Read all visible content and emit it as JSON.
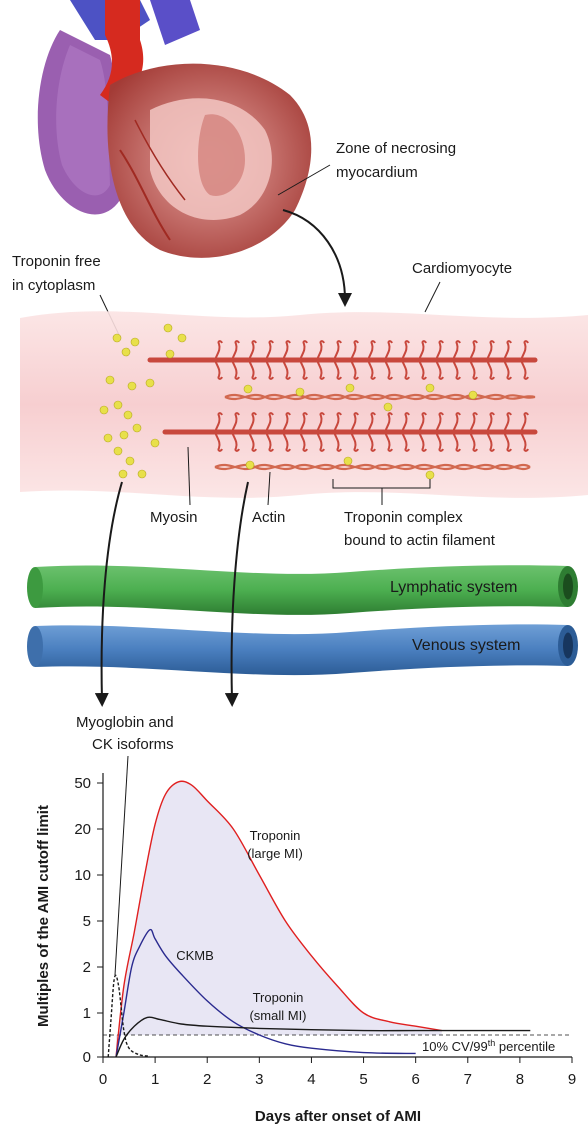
{
  "labels": {
    "zone": [
      "Zone of necrosing",
      "myocardium"
    ],
    "troponin_free": [
      "Troponin free",
      "in cytoplasm"
    ],
    "cardiomyocyte": "Cardiomyocyte",
    "myosin": "Myosin",
    "actin": "Actin",
    "troponin_complex": [
      "Troponin complex",
      "bound to actin filament"
    ],
    "lymphatic": "Lymphatic system",
    "venous": "Venous system",
    "myoglobin": [
      "Myoglobin and",
      "CK isoforms"
    ]
  },
  "colors": {
    "lymphatic": "#4caf50",
    "venous": "#4a7fbf",
    "troponin_large": "#e02020",
    "ckmb": "#2a2a8f",
    "troponin_small": "#1a1a1a",
    "shade": "#e8e6f4",
    "particle": "#e8e04a"
  },
  "chart_data": {
    "type": "line",
    "xlabel": "Days after onset of AMI",
    "ylabel": "Multiples of the AMI cutoff limit",
    "x_ticks": [
      "0",
      "1",
      "2",
      "3",
      "4",
      "5",
      "6",
      "7",
      "8",
      "9"
    ],
    "y_ticks": [
      "0",
      "1",
      "2",
      "5",
      "10",
      "20",
      "50"
    ],
    "xlim": [
      0,
      9
    ],
    "reference_line": {
      "label": "10% CV/99",
      "label_sup": "th",
      "label_suffix": " percentile",
      "value": 0.5
    },
    "series": [
      {
        "name": "Troponin (large MI)",
        "label_lines": [
          "Troponin",
          "(large MI)"
        ],
        "points": [
          [
            0.25,
            0
          ],
          [
            0.4,
            1.5
          ],
          [
            0.6,
            4
          ],
          [
            0.8,
            10
          ],
          [
            1.0,
            22
          ],
          [
            1.2,
            40
          ],
          [
            1.45,
            52
          ],
          [
            1.7,
            48
          ],
          [
            2.0,
            35
          ],
          [
            2.5,
            20
          ],
          [
            3.0,
            10
          ],
          [
            3.5,
            5
          ],
          [
            4.0,
            2.5
          ],
          [
            4.5,
            1.5
          ],
          [
            5.0,
            1.0
          ],
          [
            5.5,
            0.8
          ],
          [
            6.0,
            0.7
          ],
          [
            6.5,
            0.6
          ]
        ]
      },
      {
        "name": "CKMB",
        "label_lines": [
          "CKMB"
        ],
        "points": [
          [
            0.25,
            0
          ],
          [
            0.4,
            1
          ],
          [
            0.55,
            2
          ],
          [
            0.7,
            3
          ],
          [
            0.9,
            4.2
          ],
          [
            1.0,
            3.5
          ],
          [
            1.2,
            2.5
          ],
          [
            1.5,
            1.8
          ],
          [
            2.0,
            1.2
          ],
          [
            2.5,
            0.8
          ],
          [
            3.0,
            0.5
          ],
          [
            3.5,
            0.3
          ],
          [
            4.0,
            0.2
          ],
          [
            5.0,
            0.1
          ],
          [
            6.0,
            0.08
          ]
        ]
      },
      {
        "name": "Troponin (small MI)",
        "label_lines": [
          "Troponin",
          "(small MI)"
        ],
        "points": [
          [
            0.25,
            0
          ],
          [
            0.4,
            0.4
          ],
          [
            0.6,
            0.7
          ],
          [
            0.85,
            0.9
          ],
          [
            1.1,
            0.85
          ],
          [
            1.5,
            0.75
          ],
          [
            2.0,
            0.7
          ],
          [
            3.0,
            0.65
          ],
          [
            4.0,
            0.62
          ],
          [
            5.0,
            0.6
          ],
          [
            6.0,
            0.6
          ],
          [
            7.0,
            0.6
          ],
          [
            8.2,
            0.6
          ]
        ]
      },
      {
        "name": "Myoglobin and CK isoforms",
        "label_lines": [],
        "points": [
          [
            0.1,
            0
          ],
          [
            0.15,
            0.8
          ],
          [
            0.22,
            1.7
          ],
          [
            0.3,
            1.5
          ],
          [
            0.4,
            0.6
          ],
          [
            0.5,
            0.2
          ],
          [
            0.7,
            0.05
          ],
          [
            0.9,
            0.02
          ]
        ]
      }
    ]
  }
}
